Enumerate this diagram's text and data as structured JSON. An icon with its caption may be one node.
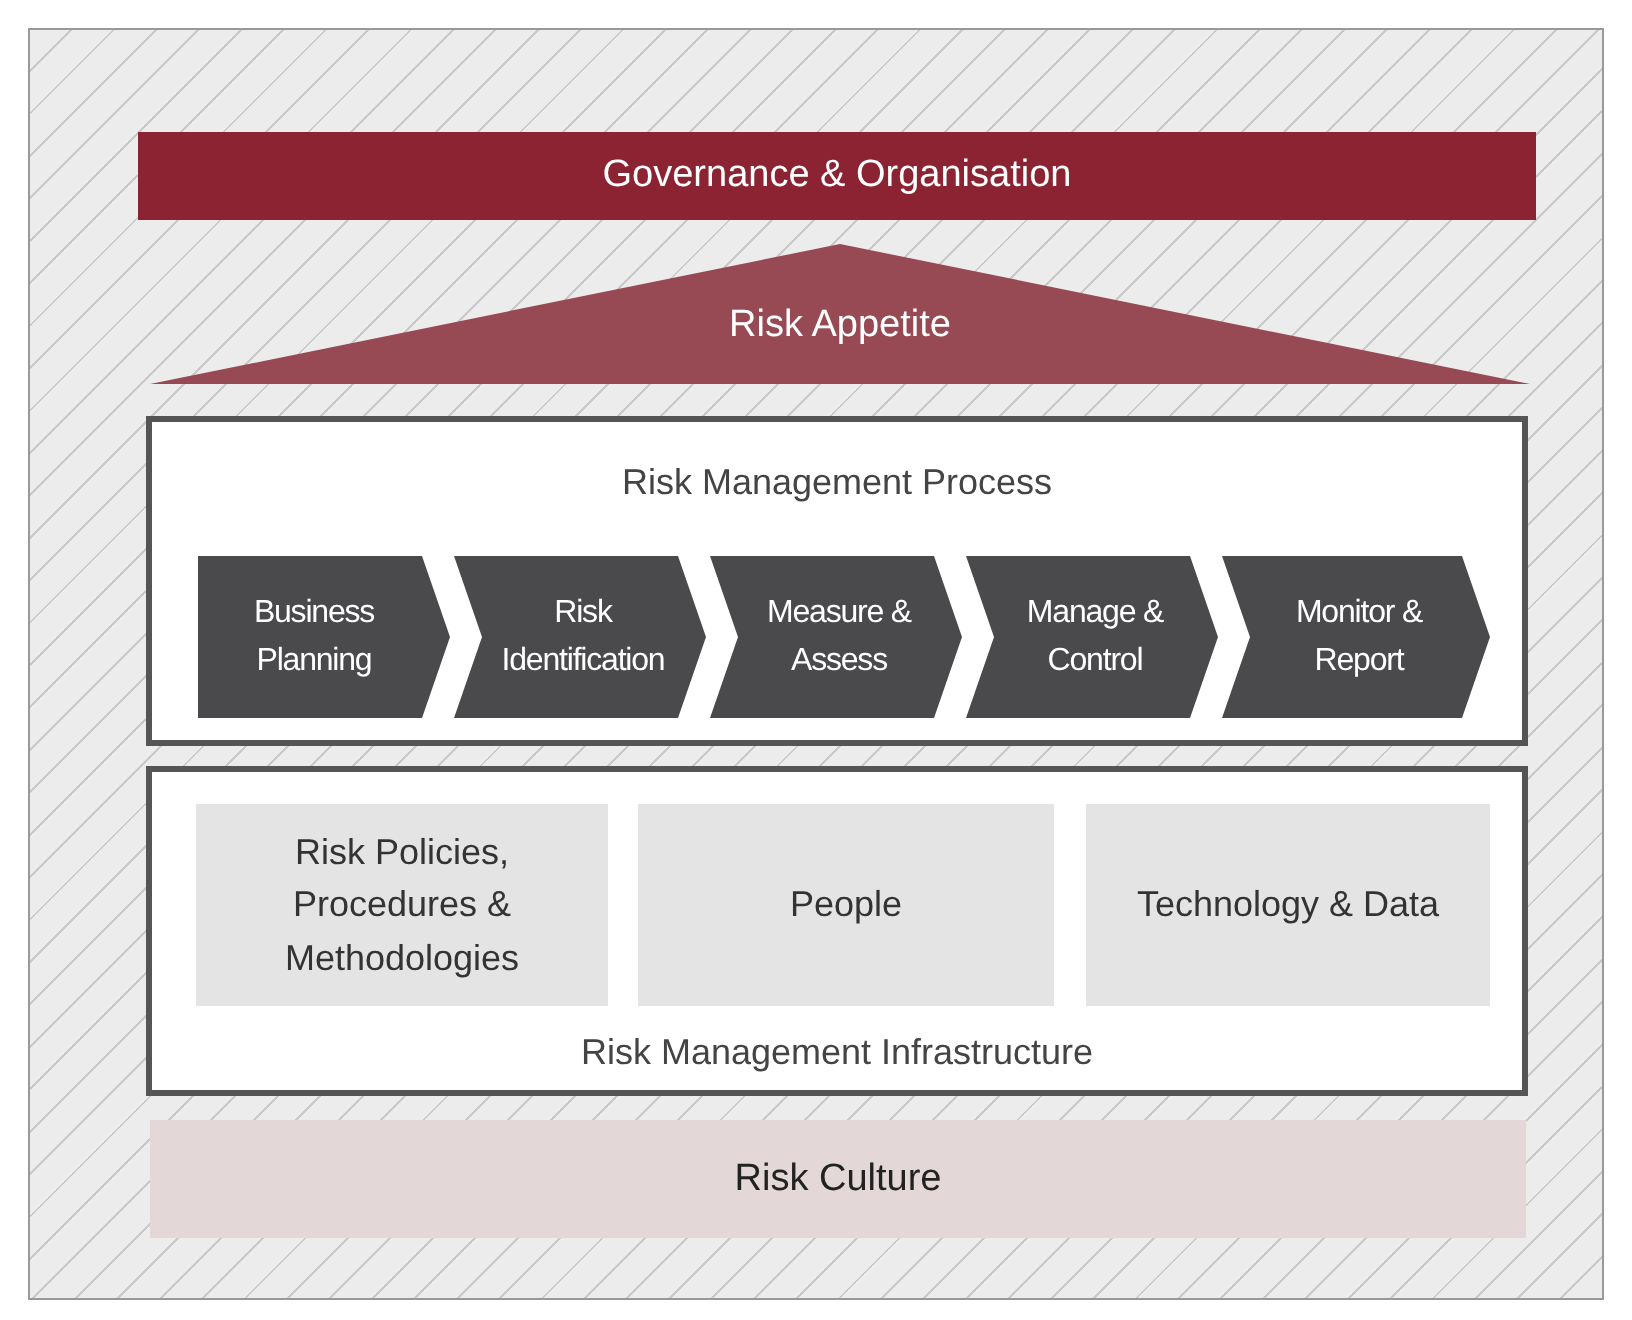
{
  "diagram": {
    "nodes": [
      {
        "text": [
          "Governance & Organisation"
        ]
      },
      {
        "text": [
          "Risk Appetite"
        ]
      },
      {
        "text": [
          "Risk Management Process"
        ]
      },
      {
        "text": [
          "Business Planning"
        ],
        "in": 2
      },
      {
        "text": [
          "Risk Identification"
        ],
        "in": 2
      },
      {
        "text": [
          "Measure & Assess"
        ],
        "in": 2
      },
      {
        "text": [
          "Manage & Control"
        ],
        "in": 2
      },
      {
        "text": [
          "Monitor & Report"
        ],
        "in": 2
      },
      {
        "text": [
          "Risk Management Infrastructure"
        ]
      },
      {
        "text": [
          "Risk Policies, Procedures & Methodologies"
        ],
        "in": 8
      },
      {
        "text": [
          "People"
        ],
        "in": 8
      },
      {
        "text": [
          "Technology & Data"
        ],
        "in": 8
      },
      {
        "text": [
          "Risk Culture"
        ]
      }
    ]
  }
}
